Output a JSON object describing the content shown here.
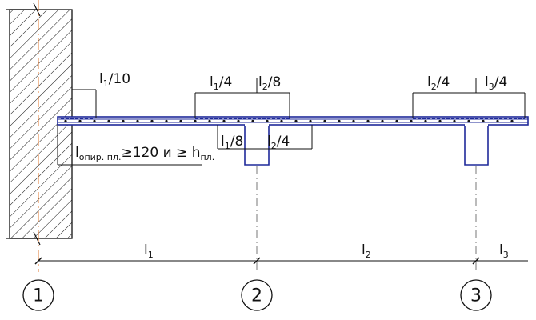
{
  "beam_dims": [
    {
      "id": "l1-10",
      "base": "l",
      "sub": "1",
      "tail": "/10"
    },
    {
      "id": "l1-4",
      "base": "l",
      "sub": "1",
      "tail": "/4"
    },
    {
      "id": "l2-8",
      "base": "l",
      "sub": "2",
      "tail": "/8"
    },
    {
      "id": "l1-8",
      "base": "l",
      "sub": "1",
      "tail": "/8"
    },
    {
      "id": "l2-4-mid",
      "base": "l",
      "sub": "2",
      "tail": "/4"
    },
    {
      "id": "l2-4-right",
      "base": "l",
      "sub": "2",
      "tail": "/4"
    },
    {
      "id": "l3-4",
      "base": "l",
      "sub": "3",
      "tail": "/4"
    }
  ],
  "support_note": {
    "base": "l",
    "sub": "опир. пл.",
    "rest": "≥120 и ≥ h",
    "sub2": "пл."
  },
  "span_labels": [
    {
      "base": "l",
      "sub": "1"
    },
    {
      "base": "l",
      "sub": "2"
    },
    {
      "base": "l",
      "sub": "3"
    }
  ],
  "axes": [
    "1",
    "2",
    "3"
  ],
  "colors": {
    "line": "#111111",
    "slab": "#1f2a9a",
    "axis": "#e07830"
  }
}
